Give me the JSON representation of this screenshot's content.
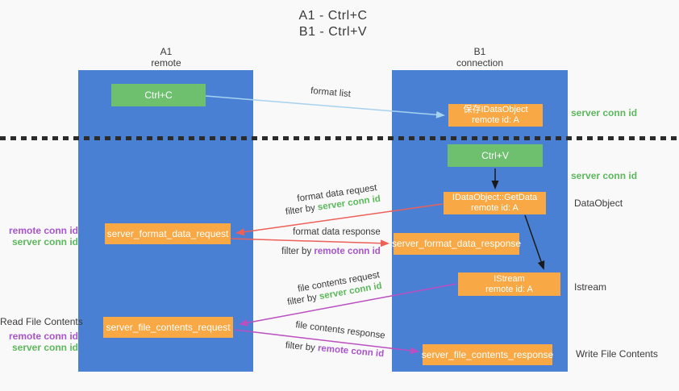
{
  "title": {
    "line1": "A1 - Ctrl+C",
    "line2": "B1 - Ctrl+V"
  },
  "columns": {
    "a1": {
      "name": "A1",
      "subtitle": "remote"
    },
    "b1": {
      "name": "B1",
      "subtitle": "connection"
    }
  },
  "nodes": {
    "ctrl_c": {
      "label": "Ctrl+C"
    },
    "ctrl_v": {
      "label": "Ctrl+V"
    },
    "save_idataobject": {
      "line1": "保存IDataObject",
      "line2": "remote id: A"
    },
    "getdata": {
      "line1": "IDataObject::GetData",
      "line2": "remote id: A"
    },
    "istream": {
      "line1": "IStream",
      "line2": "remote id: A"
    },
    "format_request": {
      "label": "server_format_data_request"
    },
    "format_response": {
      "label": "server_format_data_response"
    },
    "file_request": {
      "label": "server_file_contents_request"
    },
    "file_response": {
      "label": "server_file_contents_response"
    }
  },
  "arrow_labels": {
    "format_list": "format list",
    "format_data_request": "format data request",
    "format_data_request_filter_prefix": "filter by ",
    "format_data_request_filter_key": "server conn id",
    "format_data_response": "format data response",
    "format_data_response_filter_prefix": "filter by ",
    "format_data_response_filter_key": "remote conn id",
    "file_contents_request": "file contents request",
    "file_contents_request_filter_prefix": "filter by ",
    "file_contents_request_filter_key": "server conn id",
    "file_contents_response": "file contents response",
    "file_contents_response_filter_prefix": "filter by ",
    "file_contents_response_filter_key": "remote conn id"
  },
  "side_labels": {
    "right_server_conn_id_1": "server conn id",
    "right_server_conn_id_2": "server conn id",
    "right_dataobject": "DataObject",
    "right_istream": "Istream",
    "right_write_file": "Write File Contents",
    "left_remote_conn_id_1": "remote conn id",
    "left_server_conn_id_1": "server conn id",
    "left_read_file": "Read File Contents",
    "left_remote_conn_id_2": "remote conn id",
    "left_server_conn_id_2": "server conn id"
  },
  "colors": {
    "column_blue": "#4a80d4",
    "box_green": "#6ec06e",
    "box_orange": "#f8a844",
    "arrow_light_blue": "#a5d2ee",
    "arrow_red": "#ee5f57",
    "arrow_magenta": "#bb4ec0",
    "arrow_black": "#1a1a1a",
    "label_green": "#5cb85c",
    "label_purple": "#a855cc"
  }
}
